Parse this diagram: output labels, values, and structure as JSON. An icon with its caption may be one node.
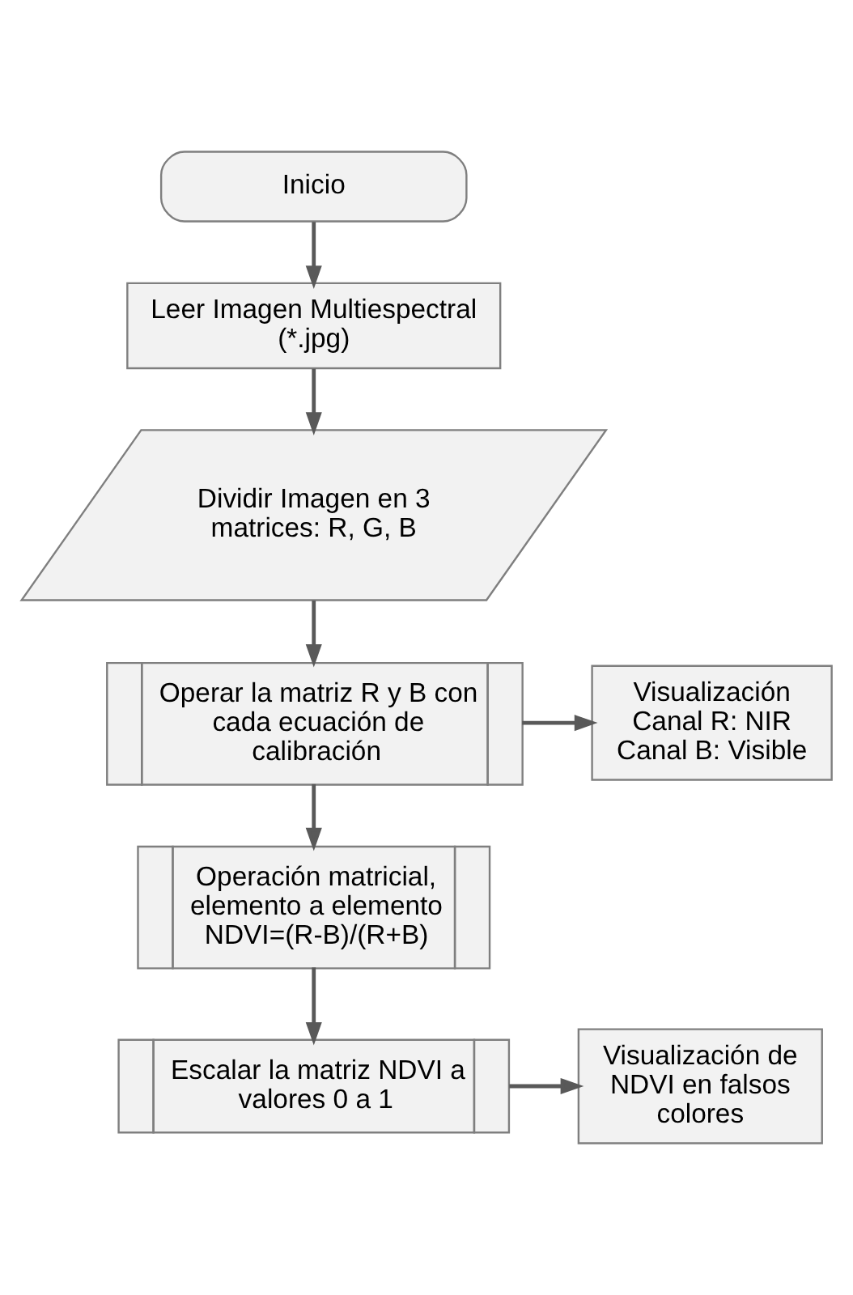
{
  "diagram": {
    "nodes": [
      {
        "text": [
          "Inicio"
        ]
      },
      {
        "text": [
          "Leer Imagen Multiespectral (*.jpg)"
        ]
      },
      {
        "text": [
          "Dividir Imagen en 3 matrices: R, G, B"
        ]
      },
      {
        "text": [
          "Operar la matriz R y B con cada ecuación de calibración"
        ]
      },
      {
        "text": [
          "Visualización Canal R: NIR Canal B: Visible"
        ]
      },
      {
        "text": [
          "Operación matricial, elemento a elemento NDVI=(R-B)/(R+B)"
        ]
      },
      {
        "text": [
          "Escalar la matriz NDVI a valores 0 a 1"
        ]
      },
      {
        "text": [
          "Visualización de NDVI en falsos colores"
        ]
      }
    ],
    "edges": [
      {
        "from": 0,
        "to": 1,
        "arrow": "to"
      },
      {
        "from": 1,
        "to": 2,
        "arrow": "to"
      },
      {
        "from": 2,
        "to": 3,
        "arrow": "to"
      },
      {
        "from": 3,
        "to": 4,
        "arrow": "to"
      },
      {
        "from": 3,
        "to": 5,
        "arrow": "to"
      },
      {
        "from": 5,
        "to": 6,
        "arrow": "to"
      },
      {
        "from": 6,
        "to": 7,
        "arrow": "to"
      }
    ]
  }
}
